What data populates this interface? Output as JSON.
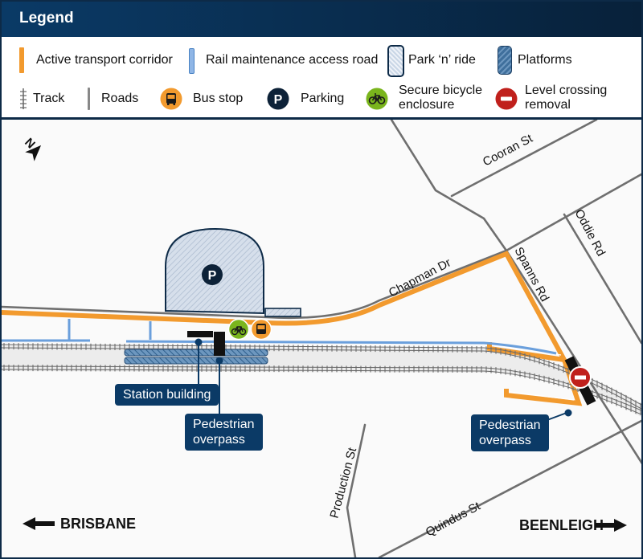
{
  "legend": {
    "title": "Legend",
    "items": [
      {
        "label": "Active transport corridor",
        "icon": "orange-line",
        "color": "#f29a2e"
      },
      {
        "label": "Rail maintenance access road",
        "icon": "blue-line",
        "color": "#6a9fdc"
      },
      {
        "label": "Park ‘n’ ride",
        "icon": "hatched-light-area",
        "color": "#c9d6e6"
      },
      {
        "label": "Platforms",
        "icon": "hatched-dark-area",
        "color": "#3f6f9c"
      },
      {
        "label": "Track",
        "icon": "track-icon"
      },
      {
        "label": "Roads",
        "icon": "road-line",
        "color": "#777777"
      },
      {
        "label": "Bus stop",
        "icon": "bus-icon",
        "color": "#f29a2e"
      },
      {
        "label": "Parking",
        "icon": "parking-icon",
        "color": "#0d2238"
      },
      {
        "label": "Secure bicycle enclosure",
        "icon": "bicycle-icon",
        "color": "#7ab51d"
      },
      {
        "label": "Level crossing removal",
        "icon": "no-entry-icon",
        "color": "#c0201c"
      }
    ]
  },
  "map": {
    "streets": [
      "Cooran St",
      "Oddie Rd",
      "Chapman Dr",
      "Spanns Rd",
      "Production St",
      "Quindus St"
    ],
    "callouts": {
      "station_building": "Station building",
      "overpass_west": [
        "Pedestrian",
        "overpass"
      ],
      "overpass_east": [
        "Pedestrian",
        "overpass"
      ]
    },
    "directions": {
      "west": "BRISBANE",
      "east": "BEENLEIGH"
    },
    "north_label": "N",
    "parking_symbol": "P"
  },
  "colors": {
    "navy": "#0b3a66",
    "orange": "#f29a2e",
    "blue": "#6a9fdc",
    "green": "#7ab51d",
    "red": "#c0201c"
  }
}
